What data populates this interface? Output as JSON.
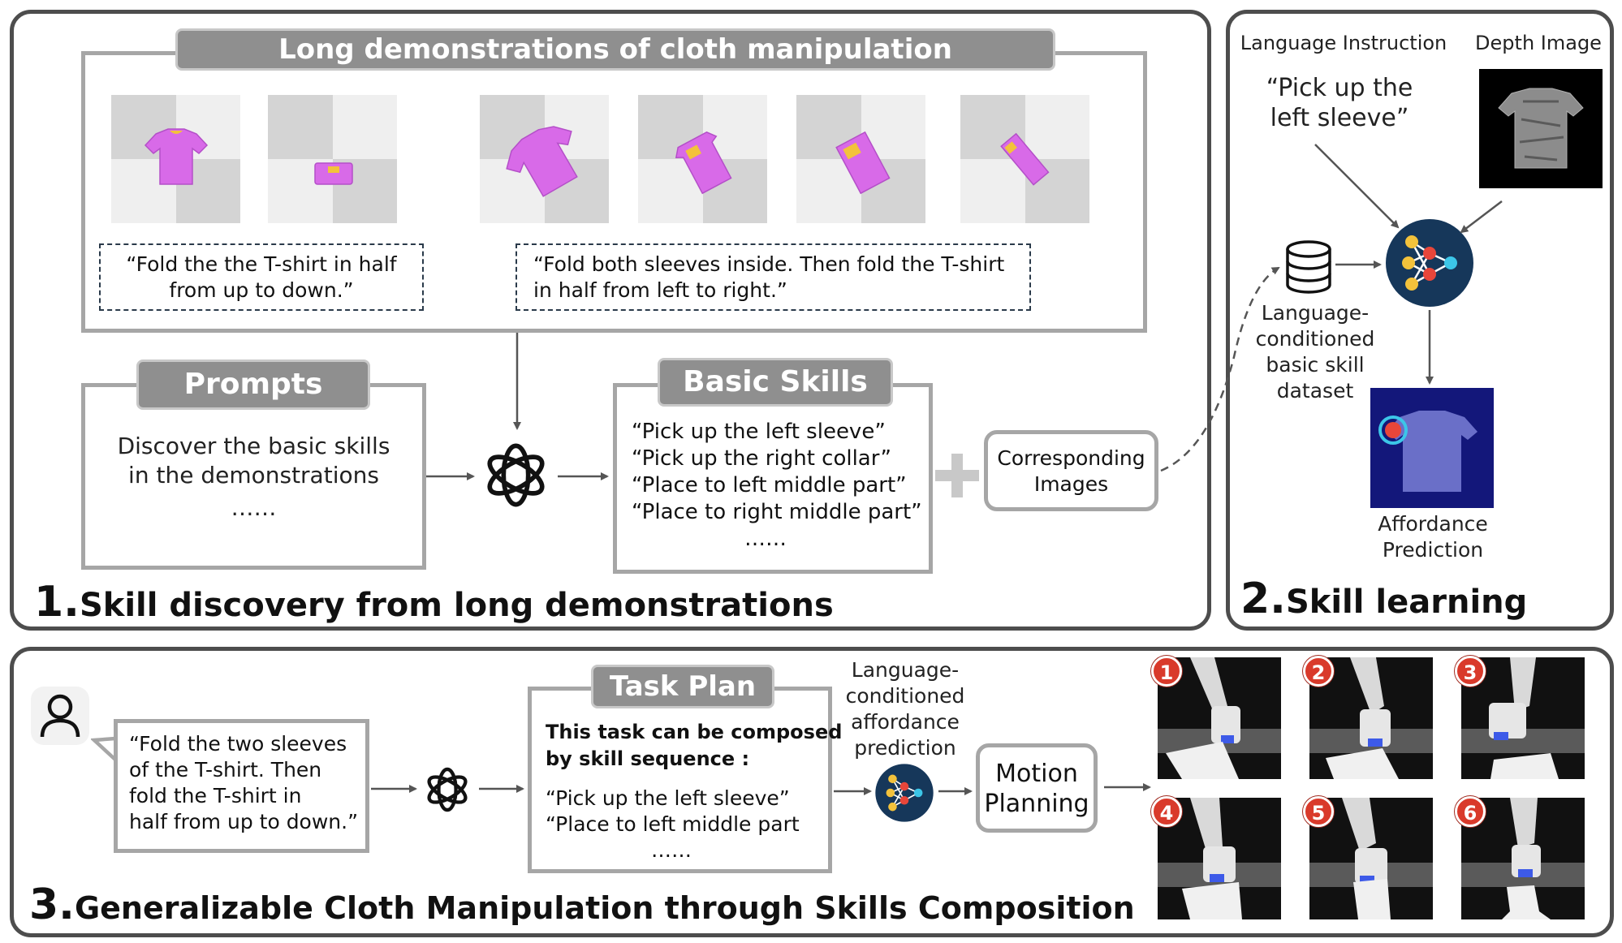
{
  "section1": {
    "number": "1.",
    "title": "Skill discovery from long demonstrations",
    "demo_header": "Long demonstrations of cloth manipulation",
    "demo_caption_a": [
      "“Fold the the T-shirt in half",
      "from up to down.”"
    ],
    "demo_caption_b": [
      "“Fold both sleeves inside. Then fold the T-shirt",
      "in half from left to right.”"
    ],
    "prompts_header": "Prompts",
    "prompts_text": [
      "Discover the basic skills",
      "in the demonstrations"
    ],
    "prompts_ellipsis": "……",
    "skills_header": "Basic Skills",
    "skills": [
      "“Pick up the left sleeve”",
      "“Pick up the right collar”",
      "“Place to left middle part”",
      "“Place to right middle part”"
    ],
    "skills_ellipsis": "……",
    "images_box": [
      "Corresponding",
      "Images"
    ]
  },
  "section2": {
    "number": "2.",
    "title": "Skill learning",
    "language_instruction_label": "Language Instruction",
    "depth_image_label": "Depth Image",
    "instruction_quote": [
      "“Pick up the",
      "left sleeve”"
    ],
    "dataset_label": [
      "Language-",
      "conditioned",
      "basic skill",
      "dataset"
    ],
    "affordance_label": [
      "Affordance",
      "Prediction"
    ]
  },
  "section3": {
    "number": "3.",
    "title": "Generalizable Cloth Manipulation through Skills Composition",
    "user_quote": [
      "“Fold the two sleeves",
      "of the T-shirt. Then",
      "fold the T-shirt in",
      "half from up to down.”"
    ],
    "task_plan_header": "Task Plan",
    "task_plan_bold": [
      "This task can be composed",
      "by skill sequence :"
    ],
    "task_plan_items": [
      "“Pick up the left sleeve”",
      "“Place to left middle part"
    ],
    "task_plan_ellipsis": "……",
    "affordance_model_label": [
      "Language-",
      "conditioned",
      "affordance",
      "prediction"
    ],
    "motion_planning": [
      "Motion",
      "Planning"
    ],
    "steps": [
      "1",
      "2",
      "3",
      "4",
      "5",
      "6"
    ]
  },
  "colors": {
    "panel_border": "#4d4d4d",
    "box_border": "#a6a6a6",
    "header_fill": "#8f8f8f",
    "shirt": "#d86ae8",
    "model_icon": "#16375a",
    "badge": "#d93a2b"
  }
}
